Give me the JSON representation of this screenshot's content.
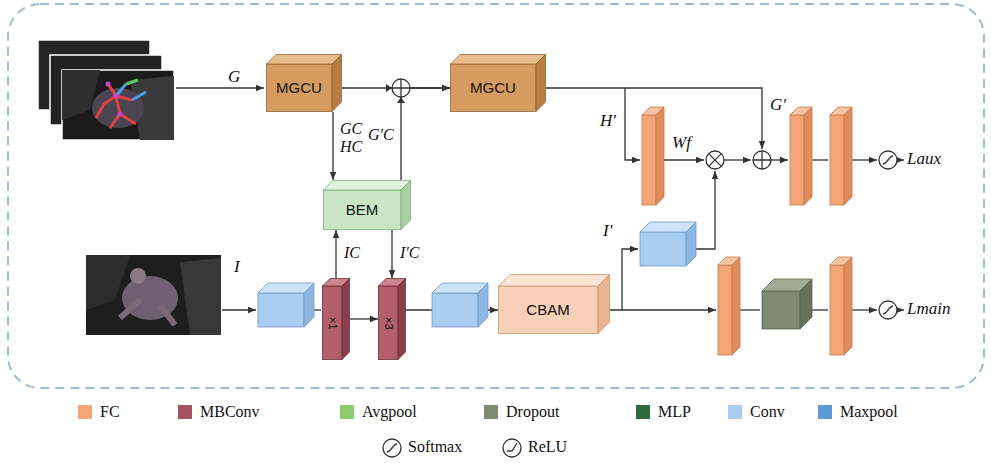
{
  "diagram": {
    "nodes": [
      {
        "text": [
          "MGCU"
        ]
      },
      {
        "text": [
          "MGCU"
        ]
      },
      {
        "text": [
          "BEM"
        ]
      },
      {
        "text": [
          "×1"
        ]
      },
      {
        "text": [
          "×3"
        ]
      },
      {
        "text": [
          "CBAM"
        ]
      }
    ],
    "edges": [
      {
        "from": 0,
        "to": 2,
        "label": "GC HC",
        "arrow": "to"
      },
      {
        "from": 2,
        "to": 1,
        "label": "G′C",
        "arrow": "to"
      },
      {
        "from": 0,
        "to": 1,
        "arrow": "to"
      },
      {
        "from": 3,
        "to": 2,
        "label": "IC",
        "arrow": "to"
      },
      {
        "from": 2,
        "to": 4,
        "label": "I′C",
        "arrow": "to"
      },
      {
        "from": 3,
        "to": 4,
        "arrow": "to"
      },
      {
        "from": 4,
        "to": 5,
        "arrow": "to"
      }
    ],
    "labels": [
      "G",
      "H′",
      "Wf",
      "G′",
      "I",
      "I′",
      "Laux",
      "Lmain"
    ],
    "legend": [
      {
        "text": "FC",
        "color": "#F4A578"
      },
      {
        "text": "MBConv",
        "color": "#A6525F"
      },
      {
        "text": "Avgpool",
        "color": "#8DCC6E"
      },
      {
        "text": "Dropout",
        "color": "#7E8B72"
      },
      {
        "text": "MLP",
        "color": "#2D6A3E"
      },
      {
        "text": "Conv",
        "color": "#A8CDF0"
      },
      {
        "text": "Maxpool",
        "color": "#5C9BD5"
      },
      {
        "text": "Softmax"
      },
      {
        "text": "ReLU"
      }
    ]
  }
}
